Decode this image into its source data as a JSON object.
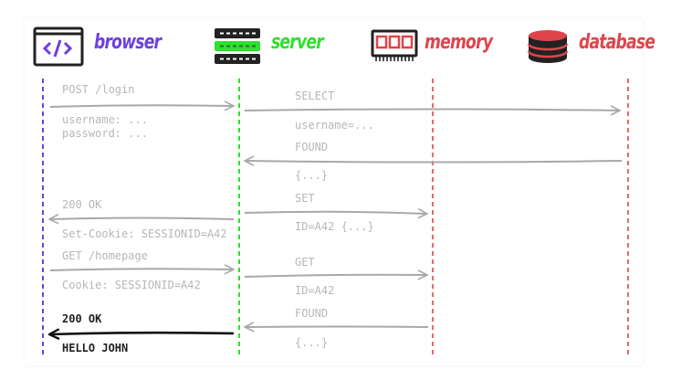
{
  "colors": {
    "browser": "#6e3fe0",
    "server": "#2de02d",
    "memory": "#e0444b",
    "database": "#e0444b",
    "arrow_gray": "#a8a8a8",
    "arrow_dark": "#111111"
  },
  "actors": {
    "browser": {
      "label": "browser",
      "icon": "code-window-icon"
    },
    "server": {
      "label": "server",
      "icon": "server-rack-icon"
    },
    "memory": {
      "label": "memory",
      "icon": "memory-chip-icon"
    },
    "database": {
      "label": "database",
      "icon": "database-cylinder-icon"
    }
  },
  "messages": {
    "post_login": "POST /login",
    "username_field": "username: ...",
    "password_field": "password: ...",
    "select": "SELECT",
    "username_eq": "username=...",
    "found_1": "FOUND",
    "found_1_body": "{...}",
    "set": "SET",
    "set_body": "ID=A42 {...}",
    "ok_200": "200 OK",
    "set_cookie": "Set-Cookie: SESSIONID=A42",
    "get_homepage": "GET /homepage",
    "cookie": "Cookie: SESSIONID=A42",
    "get": "GET",
    "get_body": "ID=A42",
    "found_2": "FOUND",
    "found_2_body": "{...}",
    "ok_200_final": "200 OK",
    "hello": "HELLO JOHN"
  }
}
